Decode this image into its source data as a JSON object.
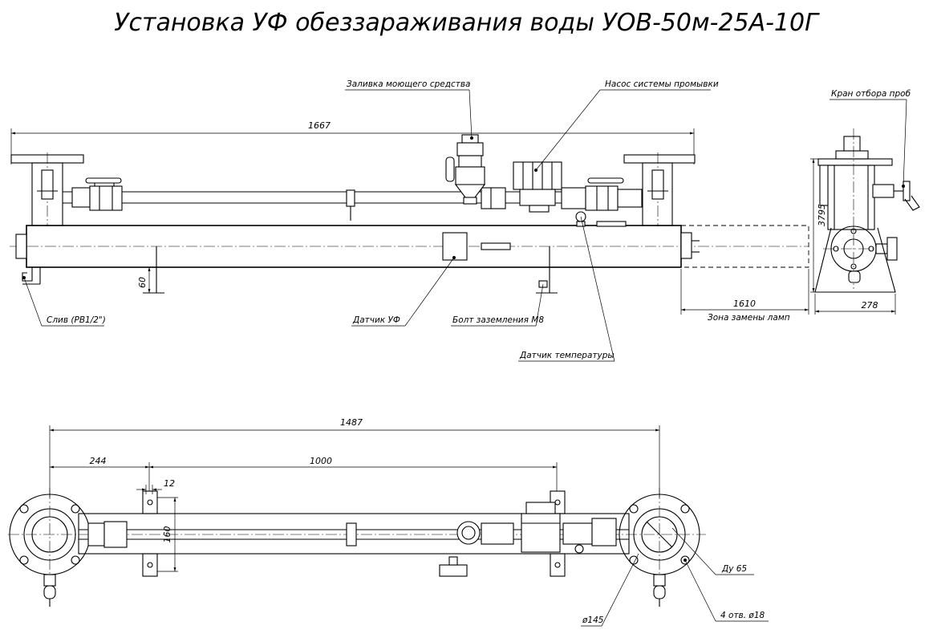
{
  "title": "Установка УФ обеззараживания воды УОВ-50м-25А-10Г",
  "callouts": {
    "detergent_fill": "Заливка моющего средства",
    "flush_pump": "Насос системы промывки",
    "sample_tap": "Кран отбора проб",
    "drain": "Слив (РВ1/2\")",
    "uv_sensor": "Датчик УФ",
    "ground_bolt": "Болт заземления М8",
    "temp_sensor": "Датчик температуры",
    "lamp_zone": "Зона замены ламп",
    "nominal_bore": "Ду 65",
    "holes": "4 отв. ø18",
    "flange_diameter": "ø145"
  },
  "dimensions": {
    "overall_length": "1667",
    "support_height": "60",
    "lamp_zone_length": "1610",
    "side_height": "3795",
    "side_width": "278",
    "plan_length": "1487",
    "plan_offset": "244",
    "plan_support_spacing": "1000",
    "plan_slot": "12",
    "plan_width": "160"
  }
}
